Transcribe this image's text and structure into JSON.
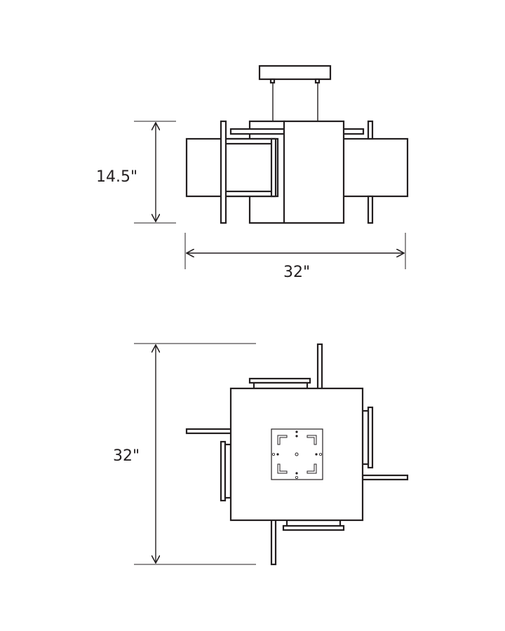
{
  "diagram": {
    "side_view": {
      "height_label": "14.5\"",
      "width_label": "32\""
    },
    "top_view": {
      "depth_label": "32\""
    },
    "line_color": "#231f20",
    "background": "#ffffff"
  }
}
